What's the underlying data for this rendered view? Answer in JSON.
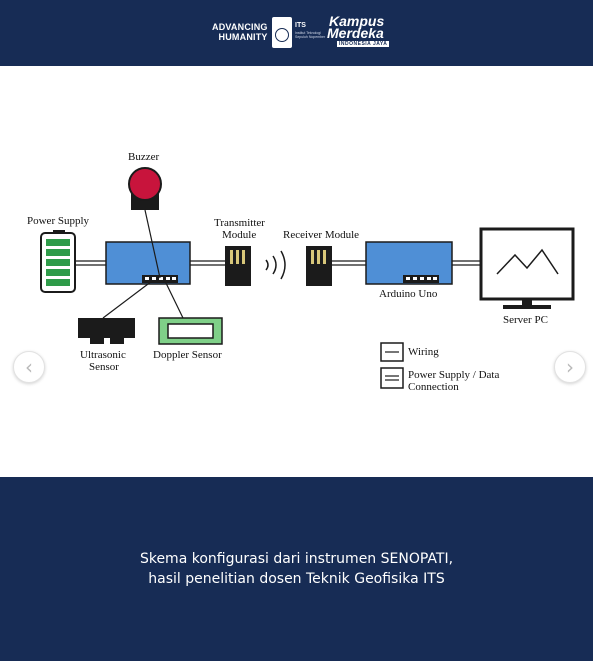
{
  "header": {
    "advancing_line1": "ADVANCING",
    "advancing_line2": "HUMANITY",
    "its_label": "ITS",
    "its_subtitle": "Institut Teknologi Sepuluh Nopember",
    "kampus_line1": "Kampus",
    "kampus_line2": "Merdeka",
    "kampus_tag": "INDONESIA JAYA",
    "background_color": "#172c55"
  },
  "diagram": {
    "labels": {
      "buzzer": "Buzzer",
      "power_supply": "Power Supply",
      "transmitter_line1": "Transmitter",
      "transmitter_line2": "Module",
      "receiver": "Receiver Module",
      "arduino": "Arduino Uno",
      "server": "Server PC",
      "ultrasonic_line1": "Ultrasonic",
      "ultrasonic_line2": "Sensor",
      "doppler": "Doppler Sensor"
    },
    "legend": {
      "wiring": "Wiring",
      "power_line1": "Power Supply / Data",
      "power_line2": "Connection"
    },
    "colors": {
      "board": "#4f8fd6",
      "buzzer": "#c8143c",
      "battery": "#2e9b49",
      "doppler": "#7fd088"
    }
  },
  "navigation": {
    "prev_icon": "chevron-left-icon",
    "next_icon": "chevron-right-icon"
  },
  "footer": {
    "caption_line1": "Skema konfigurasi dari instrumen SENOPATI,",
    "caption_line2": "hasil penelitian dosen Teknik Geofisika ITS",
    "background_color": "#172c55"
  }
}
